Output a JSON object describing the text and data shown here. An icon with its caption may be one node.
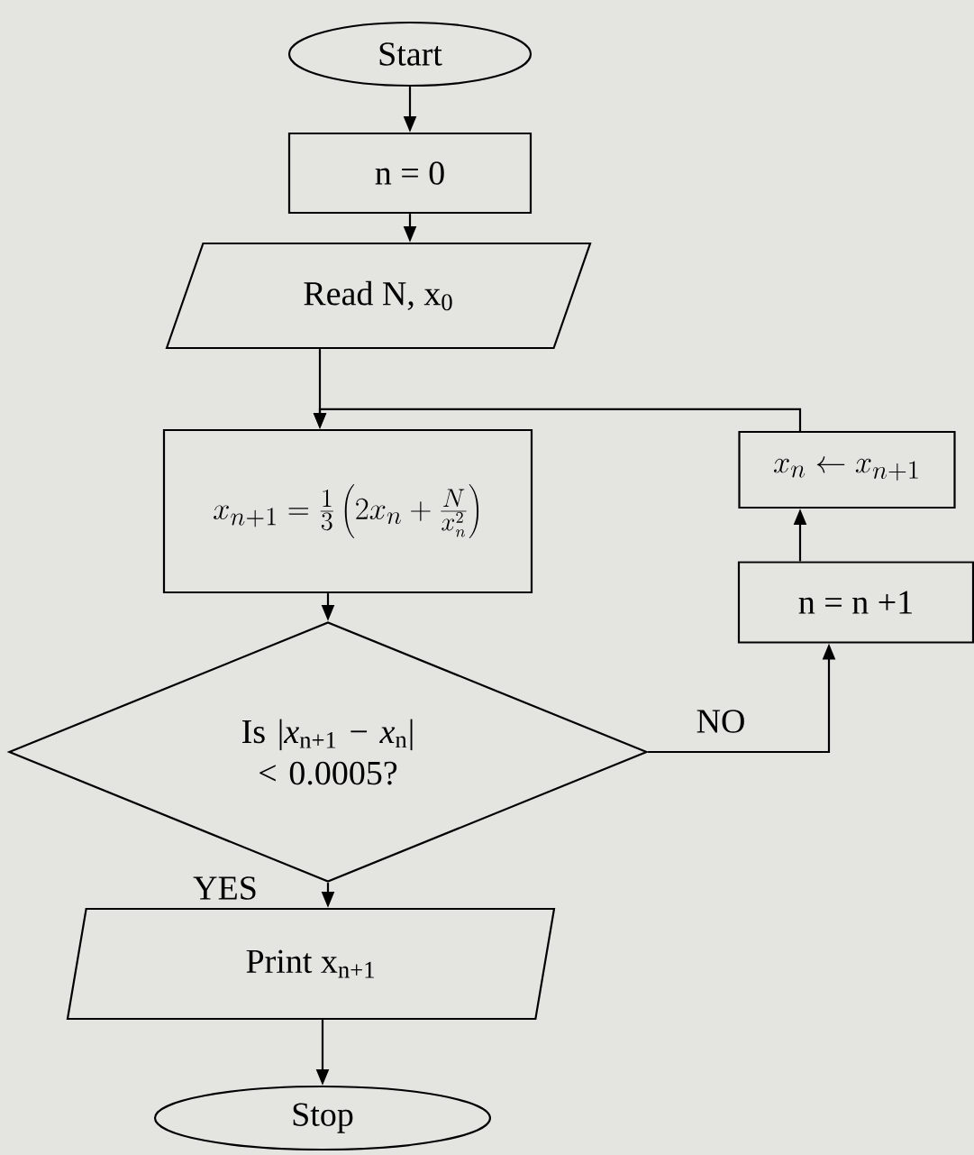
{
  "diagram": {
    "nodes": [
      {
        "text": [
          "Start"
        ]
      },
      {
        "text": [
          "n = 0"
        ]
      },
      {
        "text": [
          "Read N, x$_{0}$"
        ]
      },
      {
        "text": [
          "x_{n+1} = \\frac{1}{3}\\left(2x_n + \\frac{N}{x_n^{2}}\\right)"
        ]
      },
      {
        "text": [
          "Is |*x*$_{n+1}$ − *x*$_{n}$| < 0.0005?"
        ]
      },
      {
        "text": [
          "x_n \\leftarrow x_{n+1}"
        ]
      },
      {
        "text": [
          "n = n +1"
        ]
      },
      {
        "text": [
          "Print x$_{n+1}$"
        ]
      },
      {
        "text": [
          "Stop"
        ]
      }
    ],
    "edges": [
      {
        "from": 0,
        "to": 1,
        "arrow": "to"
      },
      {
        "from": 1,
        "to": 2,
        "arrow": "to"
      },
      {
        "from": 2,
        "to": 3,
        "arrow": "to"
      },
      {
        "from": 3,
        "to": 4,
        "arrow": "to"
      },
      {
        "from": 4,
        "to": 6,
        "arrow": "to",
        "label": "NO"
      },
      {
        "from": 6,
        "to": 5,
        "arrow": "to"
      },
      {
        "from": 5,
        "to": 3,
        "arrow": "to"
      },
      {
        "from": 4,
        "to": 7,
        "arrow": "to",
        "label": "YES"
      },
      {
        "from": 7,
        "to": 8,
        "arrow": "to"
      }
    ]
  }
}
